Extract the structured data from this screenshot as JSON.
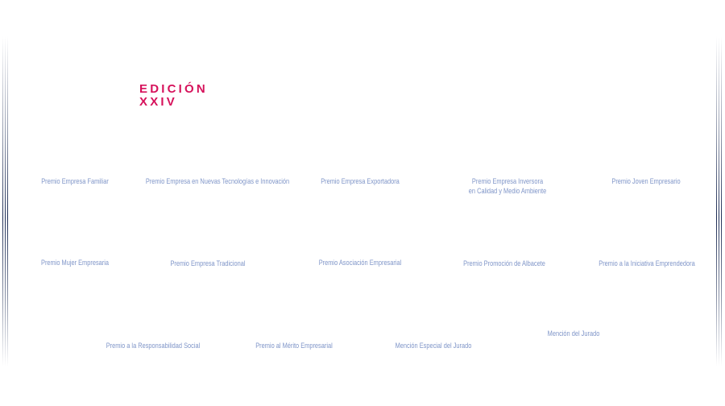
{
  "edition": {
    "line1": "EDICIÓN",
    "line2": "XXIV"
  },
  "awards": [
    {
      "label": "Premio Empresa Familiar"
    },
    {
      "label": "Premio Empresa en Nuevas Tecnologías e Innovación"
    },
    {
      "label": "Premio Empresa Exportadora"
    },
    {
      "label": "Premio Empresa Inversora",
      "label2": "en Calidad y Medio Ambiente"
    },
    {
      "label": "Premio Joven Empresario"
    },
    {
      "label": "Premio Mujer Empresaria"
    },
    {
      "label": "Premio Empresa Tradicional"
    },
    {
      "label": "Premio Asociación Empresarial"
    },
    {
      "label": "Premio Promoción de Albacete"
    },
    {
      "label": "Premio a la Iniciativa Emprendedora"
    },
    {
      "label": "Premio a la Responsabilidad Social"
    },
    {
      "label": "Premio al Mérito Empresarial"
    },
    {
      "label": "Mención Especial del Jurado"
    },
    {
      "label": "Mención del Jurado"
    }
  ],
  "colors": {
    "accent": "#d6125b",
    "link": "#7f95c8",
    "lines": "#1e2d55"
  }
}
